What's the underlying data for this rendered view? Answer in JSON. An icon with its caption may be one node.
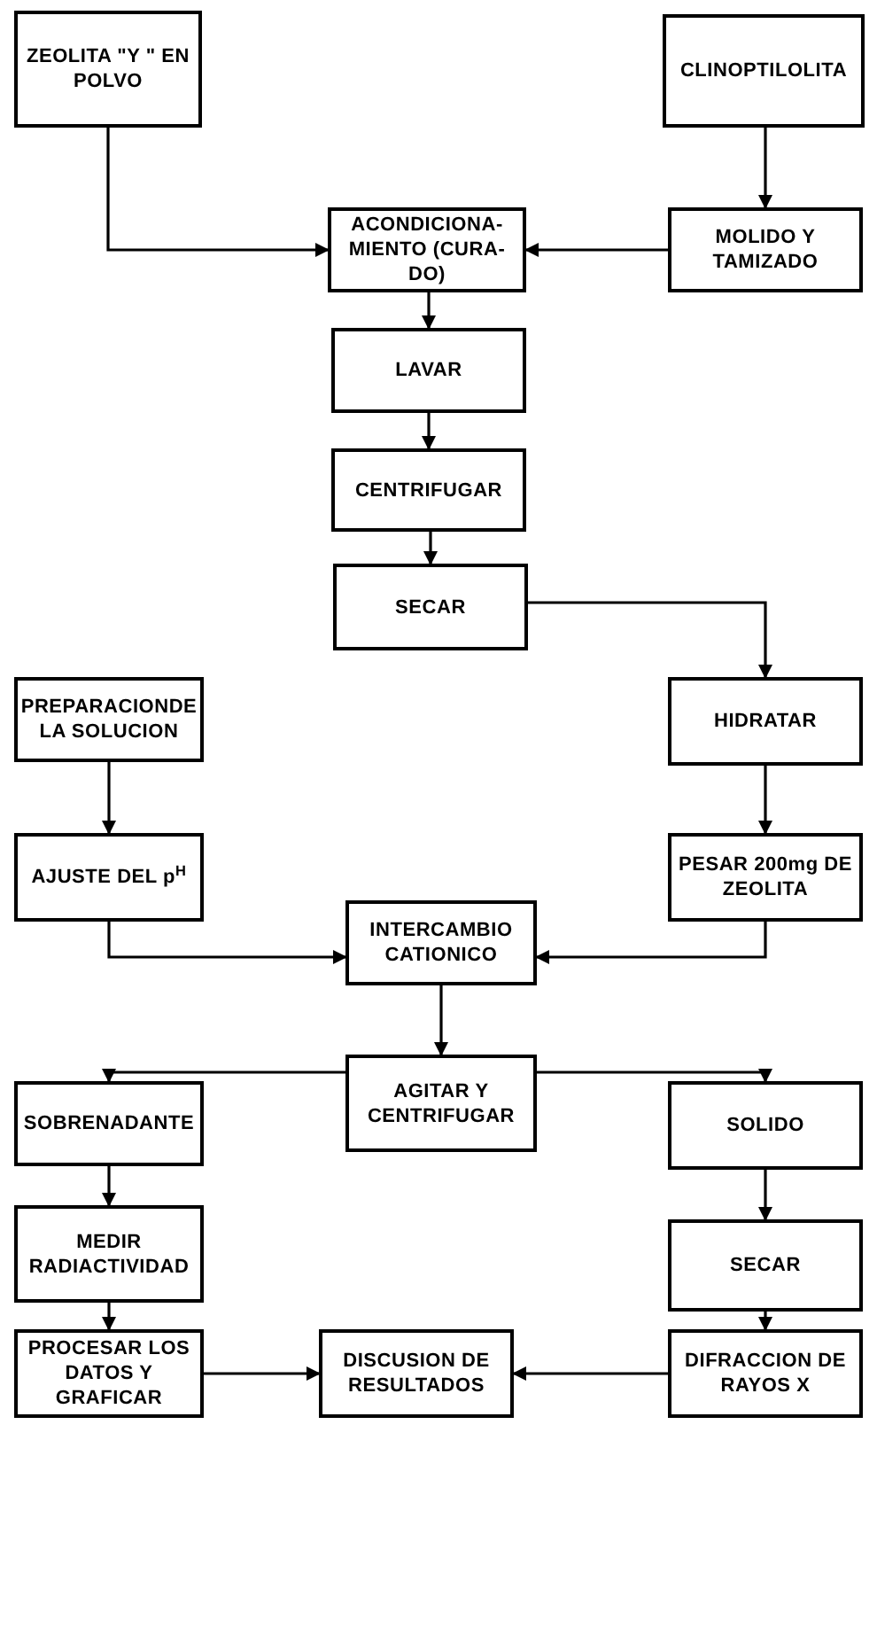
{
  "diagram": {
    "nodes": [
      {
        "text": [
          "ZEOLITA \"Y \" EN POLVO"
        ]
      },
      {
        "text": [
          "CLINOPTILOLITA"
        ]
      },
      {
        "text": [
          "MOLIDO Y TAMIZADO"
        ]
      },
      {
        "text": [
          "ACONDICIONA- MIENTO (CURA- DO)"
        ]
      },
      {
        "text": [
          "LAVAR"
        ]
      },
      {
        "text": [
          "CENTRIFUGAR"
        ]
      },
      {
        "text": [
          "SECAR"
        ]
      },
      {
        "text": [
          "PREPARACIONDE LA SOLUCION"
        ]
      },
      {
        "text": [
          "HIDRATAR"
        ]
      },
      {
        "text": [
          "AJUSTE DEL p$^{H}$"
        ]
      },
      {
        "text": [
          "PESAR 200mg DE ZEOLITA"
        ]
      },
      {
        "text": [
          "INTERCAMBIO CATIONICO"
        ]
      },
      {
        "text": [
          "AGITAR Y CENTRIFUGAR"
        ]
      },
      {
        "text": [
          "SOBRENADANTE"
        ]
      },
      {
        "text": [
          "SOLIDO"
        ]
      },
      {
        "text": [
          "MEDIR RADIACTIVIDAD"
        ]
      },
      {
        "text": [
          "SECAR"
        ]
      },
      {
        "text": [
          "PROCESAR LOS DATOS Y GRAFICAR"
        ]
      },
      {
        "text": [
          "DISCUSION DE RESULTADOS"
        ]
      },
      {
        "text": [
          "DIFRACCION DE RAYOS X"
        ]
      }
    ],
    "edges": [
      {
        "from": 0,
        "to": 3,
        "arrow": "to"
      },
      {
        "from": 1,
        "to": 2,
        "arrow": "to"
      },
      {
        "from": 2,
        "to": 3,
        "arrow": "to"
      },
      {
        "from": 3,
        "to": 4,
        "arrow": "to"
      },
      {
        "from": 4,
        "to": 5,
        "arrow": "to"
      },
      {
        "from": 5,
        "to": 6,
        "arrow": "to"
      },
      {
        "from": 6,
        "to": 8,
        "arrow": "to"
      },
      {
        "from": 7,
        "to": 9,
        "arrow": "to"
      },
      {
        "from": 8,
        "to": 10,
        "arrow": "to"
      },
      {
        "from": 9,
        "to": 11,
        "arrow": "to"
      },
      {
        "from": 10,
        "to": 11,
        "arrow": "to"
      },
      {
        "from": 11,
        "to": 12,
        "arrow": "to"
      },
      {
        "from": 12,
        "to": 13,
        "arrow": "to"
      },
      {
        "from": 12,
        "to": 14,
        "arrow": "to"
      },
      {
        "from": 13,
        "to": 15,
        "arrow": "to"
      },
      {
        "from": 14,
        "to": 16,
        "arrow": "to"
      },
      {
        "from": 15,
        "to": 17,
        "arrow": "to"
      },
      {
        "from": 16,
        "to": 19,
        "arrow": "to"
      },
      {
        "from": 19,
        "to": 18,
        "arrow": "to"
      },
      {
        "from": 17,
        "to": 18,
        "arrow": "to"
      }
    ]
  }
}
